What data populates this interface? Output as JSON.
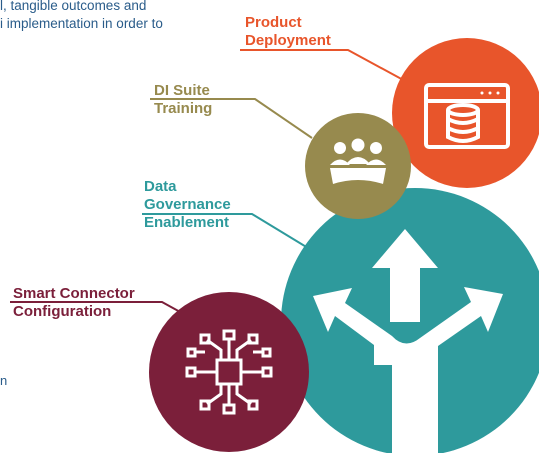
{
  "intro_lines": [
    "l, tangible outcomes and",
    "i implementation in order to"
  ],
  "fragment_left": "n",
  "services": [
    {
      "id": "product-deployment",
      "line1": "Product",
      "line2": "Deployment",
      "color": "#e8552b",
      "icon": "database-window-icon"
    },
    {
      "id": "di-suite-training",
      "line1": "DI Suite",
      "line2": "Training",
      "color": "#978a4e",
      "icon": "people-group-icon"
    },
    {
      "id": "data-governance",
      "line1": "Data",
      "line2": "Governance",
      "line3": "Enablement",
      "color": "#2e9a9c",
      "icon": "branching-arrows-icon"
    },
    {
      "id": "smart-connector",
      "line1": "Smart Connector",
      "line2": "Configuration",
      "color": "#7b1f3a",
      "icon": "network-chip-icon"
    }
  ]
}
